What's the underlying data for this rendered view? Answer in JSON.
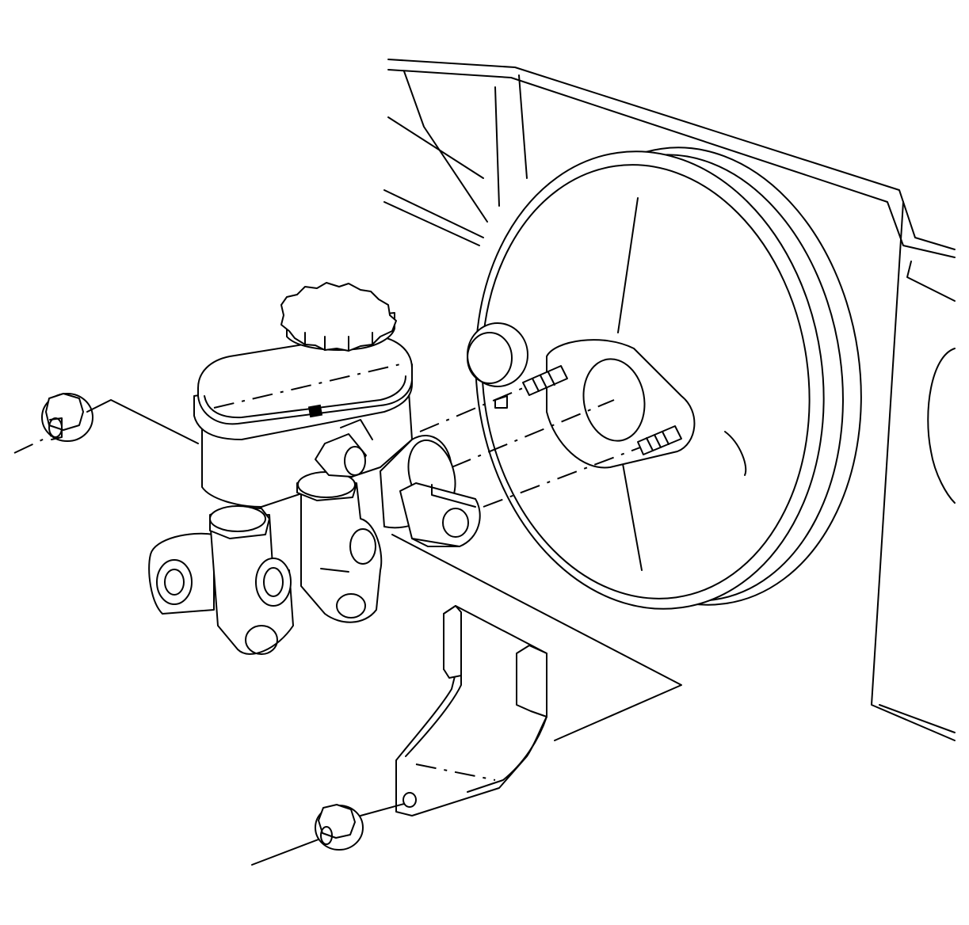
{
  "diagram": {
    "kind": "exploded-view line drawing",
    "colors": {
      "ink": "#000000",
      "paper": "#ffffff"
    },
    "parts": [
      "dash-panel",
      "brake-booster",
      "booster-studs",
      "master-cylinder",
      "reservoir",
      "reservoir-cap",
      "mounting-nut-upper",
      "mounting-nut-lower",
      "mounting-bracket",
      "leader-lines"
    ]
  }
}
